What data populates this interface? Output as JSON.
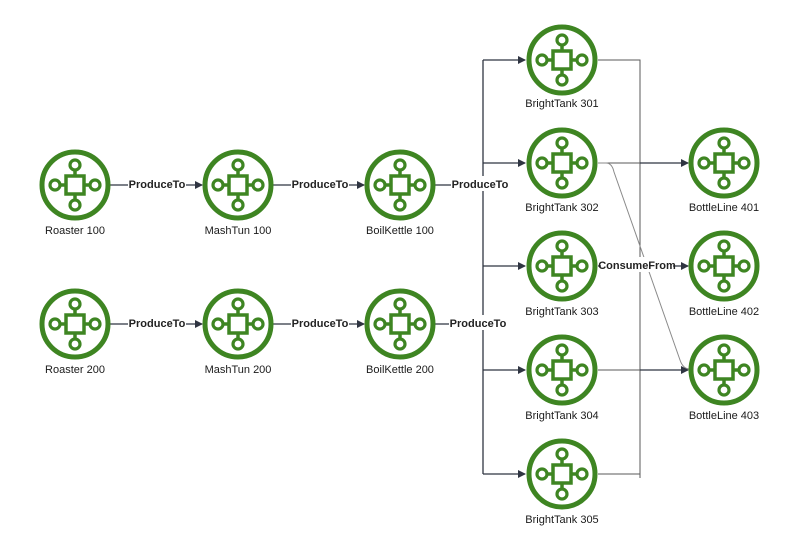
{
  "colors": {
    "node": "#3e8522",
    "edge": "#2f3542",
    "edge_thin": "#5a5a5a",
    "background": "#ffffff"
  },
  "icon": "equipment-node-icon",
  "nodes": [
    {
      "id": "roaster100",
      "label": "Roaster 100"
    },
    {
      "id": "mashtun100",
      "label": "MashTun 100"
    },
    {
      "id": "boilkettle100",
      "label": "BoilKettle 100"
    },
    {
      "id": "roaster200",
      "label": "Roaster 200"
    },
    {
      "id": "mashtun200",
      "label": "MashTun 200"
    },
    {
      "id": "boilkettle200",
      "label": "BoilKettle 200"
    },
    {
      "id": "brighttank301",
      "label": "BrightTank 301"
    },
    {
      "id": "brighttank302",
      "label": "BrightTank 302"
    },
    {
      "id": "brighttank303",
      "label": "BrightTank 303"
    },
    {
      "id": "brighttank304",
      "label": "BrightTank 304"
    },
    {
      "id": "brighttank305",
      "label": "BrightTank 305"
    },
    {
      "id": "bottleline401",
      "label": "BottleLine 401"
    },
    {
      "id": "bottleline402",
      "label": "BottleLine 402"
    },
    {
      "id": "bottleline403",
      "label": "BottleLine 403"
    }
  ],
  "edge_labels": {
    "r100_m100": "ProduceTo",
    "m100_b100": "ProduceTo",
    "b100_tanks": "ProduceTo",
    "r200_m200": "ProduceTo",
    "m200_b200": "ProduceTo",
    "b200_tanks": "ProduceTo",
    "tanks_bottle": "ConsumeFrom"
  }
}
